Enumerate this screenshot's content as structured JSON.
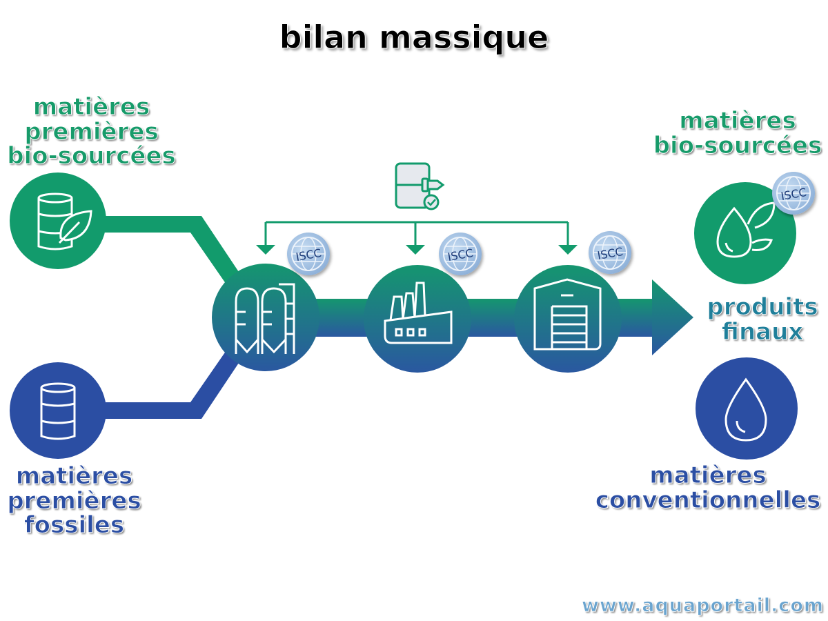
{
  "title": "bilan massique",
  "inputs": {
    "bio": {
      "lines": [
        "matières",
        "premières",
        "bio-sourcées"
      ],
      "icon": "barrel-leaf-icon"
    },
    "fossil": {
      "lines": [
        "matières",
        "premières",
        "fossiles"
      ],
      "icon": "barrel-icon"
    }
  },
  "process": {
    "certificate_icon": "certificate-document-icon",
    "steps": [
      {
        "icon": "silo-icon",
        "badge": "ISCC"
      },
      {
        "icon": "factory-icon",
        "badge": "ISCC"
      },
      {
        "icon": "warehouse-icon",
        "badge": "ISCC"
      }
    ]
  },
  "outputs": {
    "bio": {
      "lines": [
        "matières",
        "bio-sourcées"
      ],
      "icon": "drop-leaf-icon",
      "badge": "ISCC"
    },
    "final": {
      "lines": [
        "produits",
        "finaux"
      ]
    },
    "conventional": {
      "lines": [
        "matières",
        "conventionnelles"
      ],
      "icon": "drop-icon"
    }
  },
  "colors": {
    "green": "#129b6c",
    "blue": "#2b4ea3",
    "teal": "#1a8a86",
    "badge": "#9fbfe0"
  },
  "footer": {
    "url": "www.aquaportail.com"
  }
}
